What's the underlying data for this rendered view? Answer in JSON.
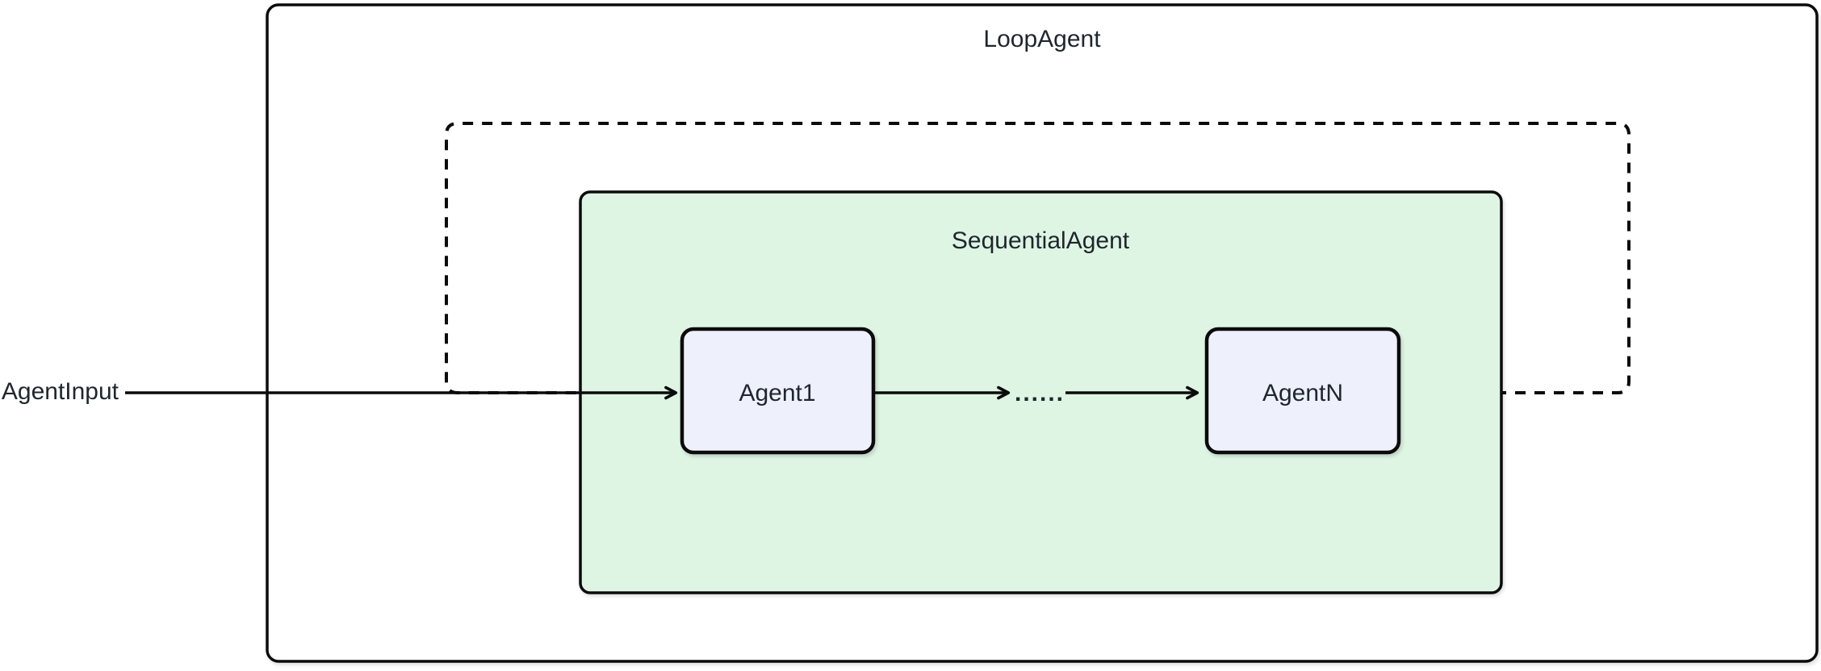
{
  "diagram": {
    "type": "flowchart",
    "outer_container": {
      "label": "LoopAgent"
    },
    "inner_container": {
      "label": "SequentialAgent"
    },
    "nodes": [
      {
        "id": "agent1",
        "label": "Agent1"
      },
      {
        "id": "agentN",
        "label": "AgentN"
      }
    ],
    "input_label": "AgentInput",
    "ellipsis_label": "......",
    "edges": [
      {
        "from": "AgentInput",
        "to": "Agent1",
        "style": "solid-arrow"
      },
      {
        "from": "Agent1",
        "to": "......",
        "style": "solid-arrow"
      },
      {
        "from": "......",
        "to": "AgentN",
        "style": "solid-arrow"
      },
      {
        "from": "AgentN",
        "to": "Agent1",
        "style": "dashed-loop-back"
      }
    ],
    "colors": {
      "background": "#ffffff",
      "outer_box_fill": "#ffffff",
      "sequential_box_fill": "#def5e4",
      "node_fill": "#eef1fb",
      "stroke": "#0b0b0b",
      "text": "#1f262e"
    }
  }
}
